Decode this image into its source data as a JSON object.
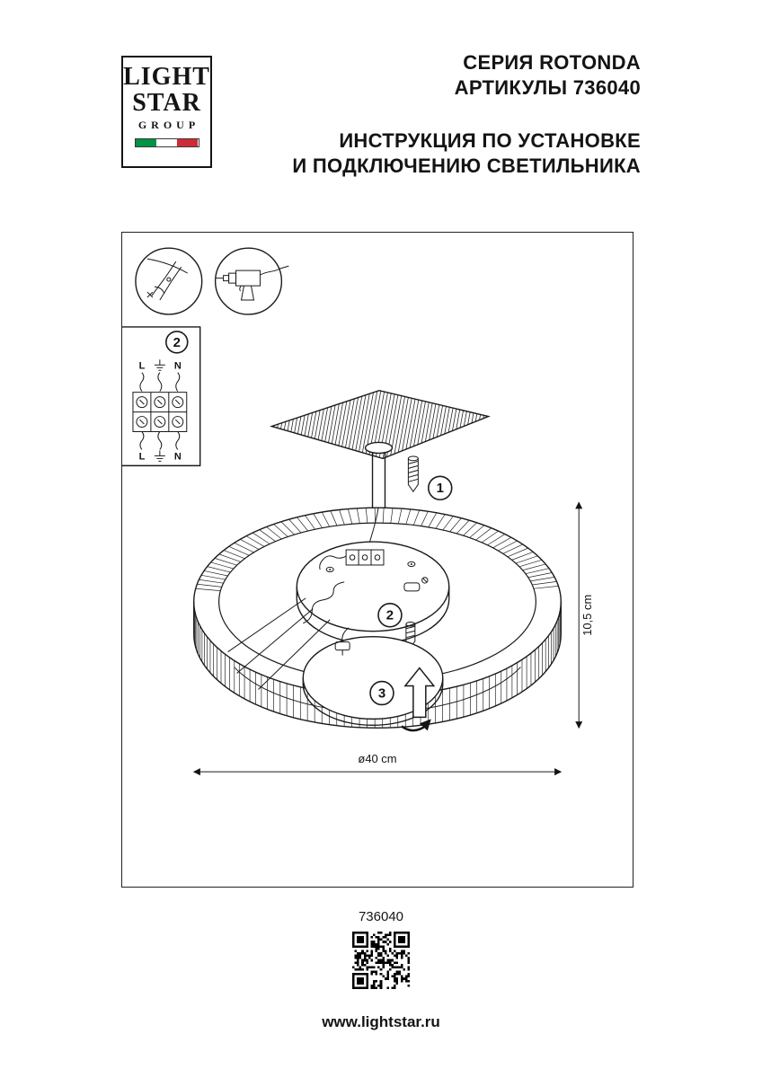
{
  "header": {
    "logo_line1": "LIGHT",
    "logo_line2": "STAR",
    "logo_line3": "GROUP",
    "series": "СЕРИЯ ROTONDA",
    "articles": "АРТИКУЛЫ 736040",
    "instruction_line1": "ИНСТРУКЦИЯ ПО УСТАНОВКЕ",
    "instruction_line2": "И ПОДКЛЮЧЕНИЮ СВЕТИЛЬНИКА"
  },
  "flag_colors": {
    "green": "#009246",
    "white": "#ffffff",
    "red": "#ce2b37"
  },
  "diagram": {
    "steps": [
      "1",
      "2",
      "3"
    ],
    "wiring": {
      "step": "2",
      "terminal_left": "L",
      "terminal_right": "N",
      "ground_icon": "earth-ground"
    },
    "dimensions": {
      "height": "10,5 cm",
      "diameter": "ø40 cm"
    }
  },
  "footer": {
    "article": "736040",
    "website": "www.lightstar.ru"
  }
}
